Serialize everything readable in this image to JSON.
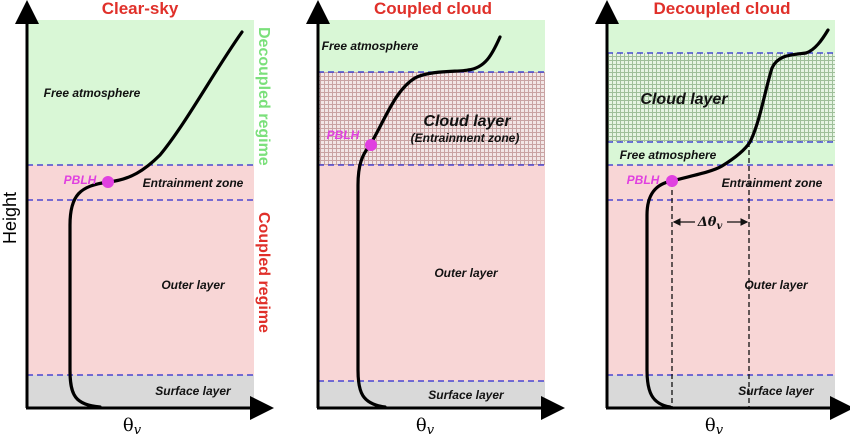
{
  "figure": {
    "y_axis_label": "Height",
    "x_axis_label": "θ",
    "x_axis_subscript": "v",
    "colors": {
      "free_atmosphere": "#d9f7d6",
      "boundary_layer": "#f8d6d6",
      "surface_layer": "#d9d9d9",
      "boundary_dash": "#2a2ad0",
      "pblh_marker": "#e040e0",
      "title": "#e0302a",
      "decoupled_regime": "#7be07b",
      "coupled_regime": "#e0302a"
    },
    "regimes": {
      "decoupled": "Decoupled regime",
      "coupled": "Coupled regime"
    },
    "panels": [
      {
        "title": "Clear-sky",
        "layers": {
          "free_atmosphere": "Free atmosphere",
          "entrainment_zone": "Entrainment zone",
          "outer_layer": "Outer layer",
          "surface_layer": "Surface layer"
        },
        "pblh_label": "PBLH"
      },
      {
        "title": "Coupled cloud",
        "layers": {
          "free_atmosphere": "Free atmosphere",
          "cloud_layer": "Cloud layer",
          "cloud_layer_note": "(Entrainment zone)",
          "outer_layer": "Outer layer",
          "surface_layer": "Surface layer"
        },
        "pblh_label": "PBLH"
      },
      {
        "title": "Decoupled cloud",
        "layers": {
          "cloud_layer": "Cloud layer",
          "free_atmosphere": "Free atmosphere",
          "entrainment_zone": "Entrainment zone",
          "outer_layer": "Outer layer",
          "surface_layer": "Surface layer"
        },
        "pblh_label": "PBLH",
        "delta_label": "Δθ",
        "delta_subscript": "v"
      }
    ]
  }
}
